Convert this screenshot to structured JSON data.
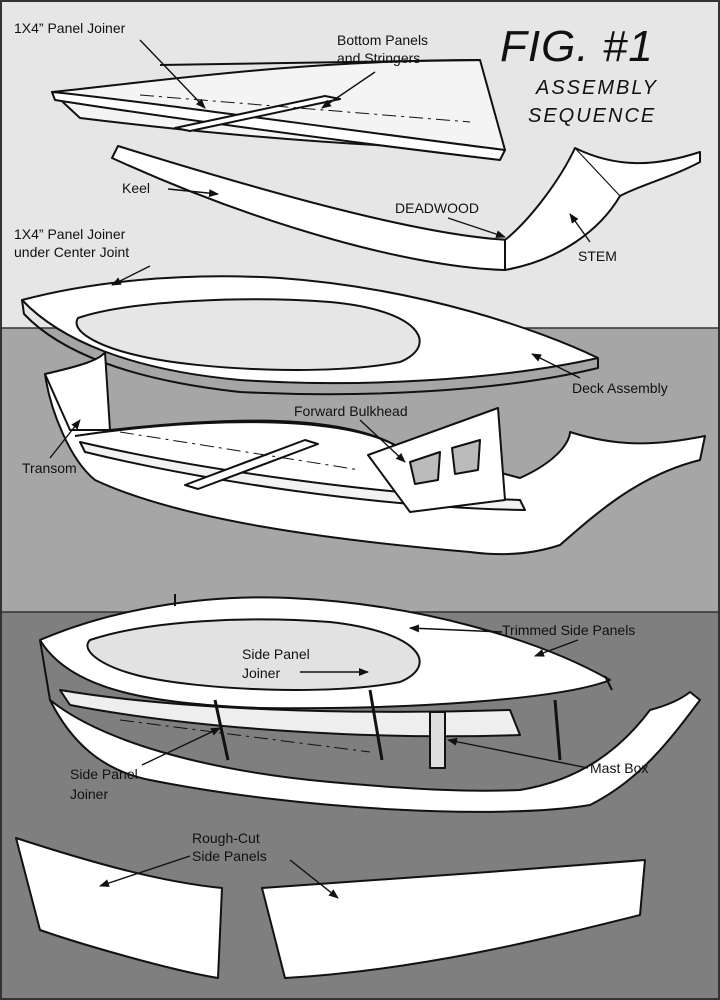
{
  "figure": {
    "title": "FIG. #1",
    "subtitle_line1": "ASSEMBLY",
    "subtitle_line2": "SEQUENCE"
  },
  "labels": {
    "panel_joiner": "1X4” Panel Joiner",
    "bottom_panels_1": "Bottom Panels",
    "bottom_panels_2": "and Stringers",
    "keel": "Keel",
    "deadwood": "DEADWOOD",
    "stem": "STEM",
    "panel_joiner_center_1": "1X4” Panel Joiner",
    "panel_joiner_center_2": "under Center Joint",
    "deck_assembly": "Deck Assembly",
    "forward_bulkhead": "Forward Bulkhead",
    "transom": "Transom",
    "trimmed_side_panels": "Trimmed Side Panels",
    "side_panel_joiner_top_1": "Side Panel",
    "side_panel_joiner_top_2": "Joiner",
    "side_panel_joiner_left_1": "Side Panel",
    "side_panel_joiner_left_2": "Joiner",
    "mast_box": "Mast Box",
    "rough_cut_1": "Rough-Cut",
    "rough_cut_2": "Side Panels"
  },
  "colors": {
    "band_top": "#e6e6e6",
    "band_middle": "#a6a6a6",
    "band_bottom": "#7f7f7f",
    "part_fill": "#ffffff",
    "part_shade": "#f0f0f0",
    "line": "#111111"
  }
}
